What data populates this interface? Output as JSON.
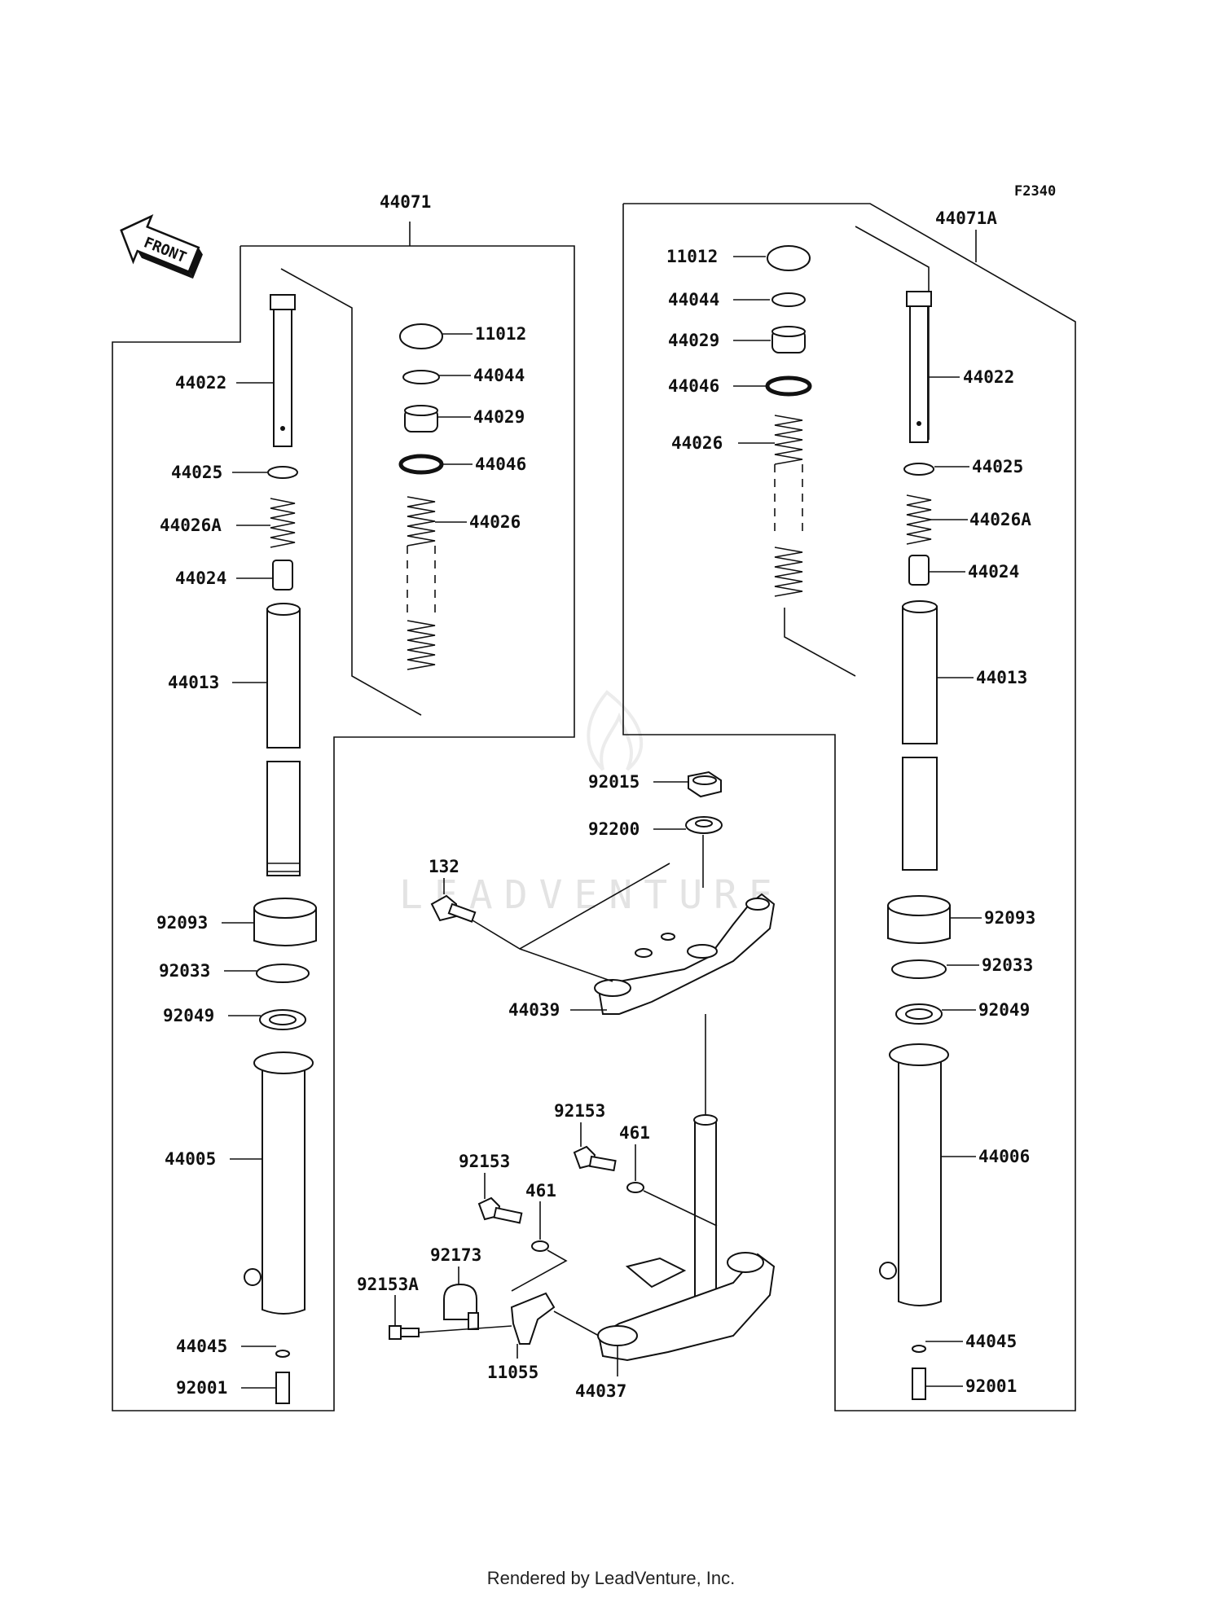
{
  "figure_code": "F2340",
  "front_badge": "FRONT",
  "watermark": "LEADVENTURE",
  "footer": "Rendered by LeadVenture, Inc.",
  "assemblies": {
    "left": "44071",
    "right": "44071A"
  },
  "labels": {
    "l_44022": "44022",
    "l_44025": "44025",
    "l_44026A": "44026A",
    "l_44024": "44024",
    "l_44013": "44013",
    "l_92093": "92093",
    "l_92033": "92033",
    "l_92049": "92049",
    "l_44005": "44005",
    "l_44045": "44045",
    "l_92001": "92001",
    "l_11012": "11012",
    "l_44044": "44044",
    "l_44029": "44029",
    "l_44046": "44046",
    "l_44026": "44026",
    "r_11012": "11012",
    "r_44044": "44044",
    "r_44029": "44029",
    "r_44046": "44046",
    "r_44026": "44026",
    "r_44022": "44022",
    "r_44025": "44025",
    "r_44026A": "44026A",
    "r_44024": "44024",
    "r_44013": "44013",
    "r_92093": "92093",
    "r_92033": "92033",
    "r_92049": "92049",
    "r_44006": "44006",
    "r_44045": "44045",
    "r_92001": "92001",
    "c_92015": "92015",
    "c_92200": "92200",
    "c_132": "132",
    "c_44039": "44039",
    "c_92153a": "92153",
    "c_461a": "461",
    "c_92153b": "92153",
    "c_461b": "461",
    "c_92173": "92173",
    "c_92153A": "92153A",
    "c_11055": "11055",
    "c_44037": "44037"
  }
}
